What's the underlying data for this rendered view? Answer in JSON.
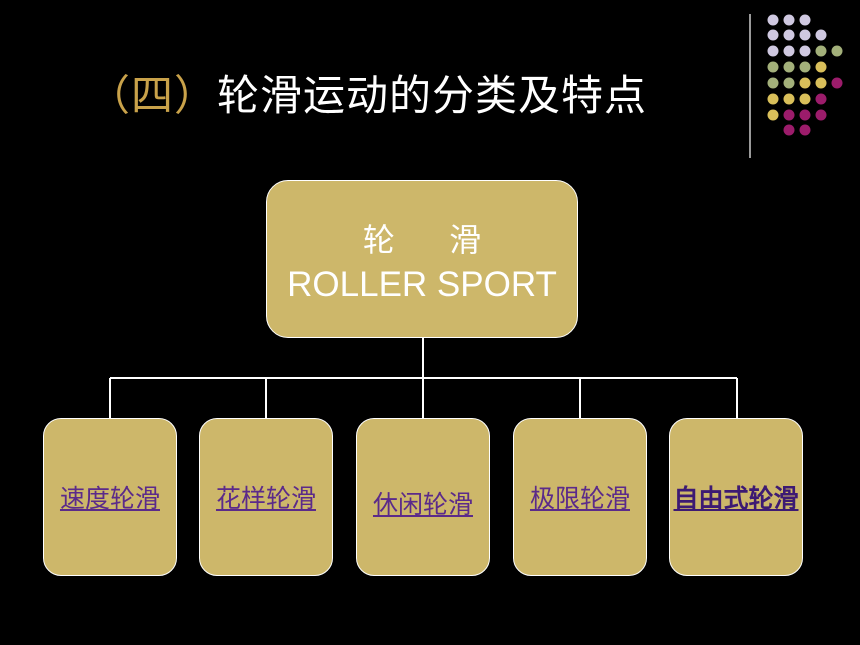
{
  "slide": {
    "title_prefix": "（四）",
    "title_main": "轮滑运动的分类及特点"
  },
  "root": {
    "label_cn": "轮  滑",
    "label_en": "ROLLER SPORT"
  },
  "children": [
    {
      "label": "速度轮滑"
    },
    {
      "label": "花样轮滑"
    },
    {
      "label": "休闲轮滑"
    },
    {
      "label": "极限轮滑"
    },
    {
      "label": "自由式轮滑"
    }
  ],
  "colors": {
    "background": "#000000",
    "box_fill": "#cdb76a",
    "title_accent": "#c9a24a",
    "link_text": "#5b2a8a",
    "dot_lavender": "#cfc8e0",
    "dot_sage": "#a3b07a",
    "dot_gold": "#d9bf5a",
    "dot_magenta": "#9c1c6b"
  }
}
